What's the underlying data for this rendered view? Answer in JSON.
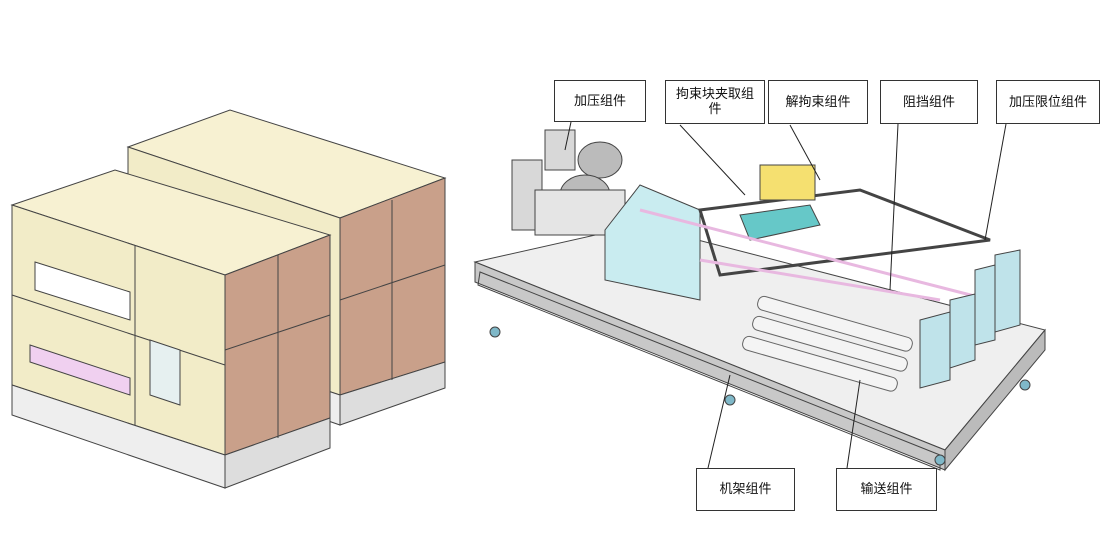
{
  "labels": {
    "pressurize": "加压组件",
    "clamp_pick": "拘束块夹取组件",
    "unclamp": "解拘束组件",
    "block": "阻挡组件",
    "press_limit": "加压限位组件",
    "frame": "机架组件",
    "conveyor": "输送组件"
  },
  "colors": {
    "cabinet_panel": "#f7f1d2",
    "door_panel": "#c9a08a",
    "frame_grey": "#c8c8c8",
    "shield_blue": "#bfe3ea",
    "pink_rod": "#e8b8e0"
  }
}
